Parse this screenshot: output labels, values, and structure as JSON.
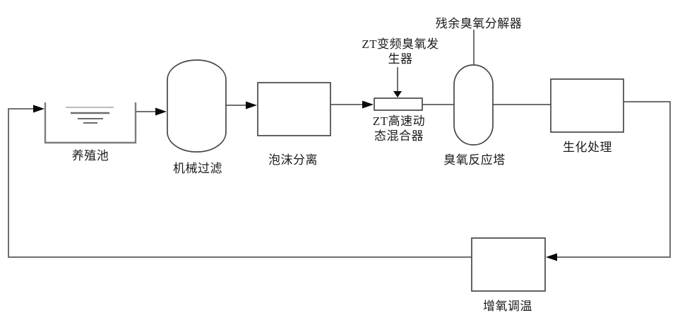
{
  "diagram": {
    "type": "process-flow",
    "language": "zh-CN",
    "description": "Aquaculture recirculating water treatment flow diagram",
    "nodes": {
      "pond": {
        "label": "养殖池",
        "shape": "open-top-tank-with-water-surface"
      },
      "mech_filter": {
        "label": "机械过滤",
        "shape": "vertical-capsule-cylinder"
      },
      "foam_separation": {
        "label": "泡沫分离",
        "shape": "rectangle"
      },
      "ozone_generator": {
        "line1": "ZT变频臭氧发",
        "line2": "生器",
        "shape": "label-with-down-arrow"
      },
      "mixer": {
        "line1": "ZT高速动",
        "line2": "态混合器",
        "shape": "small-horizontal-rectangle"
      },
      "residual_decomposer": {
        "label": "残余臭氧分解器",
        "shape": "label-with-connector-line"
      },
      "ozone_tower": {
        "label": "臭氧反应塔",
        "shape": "vertical-capsule"
      },
      "biochem": {
        "label": "生化处理",
        "shape": "rectangle"
      },
      "oxygen_temp": {
        "label": "增氧调温",
        "shape": "rectangle"
      }
    },
    "flow": [
      {
        "from": "养殖池",
        "to": "机械过滤",
        "arrowhead": true
      },
      {
        "from": "机械过滤",
        "to": "泡沫分离",
        "arrowhead": true
      },
      {
        "from": "泡沫分离",
        "to": "ZT高速动态混合器",
        "arrowhead": true
      },
      {
        "from": "ZT变频臭氧发生器",
        "to": "ZT高速动态混合器",
        "arrowhead": true,
        "direction": "down"
      },
      {
        "from": "ZT高速动态混合器",
        "to": "臭氧反应塔",
        "arrowhead": false
      },
      {
        "from": "臭氧反应塔",
        "to": "残余臭氧分解器",
        "arrowhead": false,
        "direction": "up"
      },
      {
        "from": "臭氧反应塔",
        "to": "生化处理",
        "arrowhead": false
      },
      {
        "from": "生化处理",
        "to": "增氧调温",
        "arrowhead": true,
        "route": "right-then-down-then-left"
      },
      {
        "from": "增氧调温",
        "to": "养殖池",
        "arrowhead": true,
        "route": "left-then-up-feedback-loop"
      }
    ],
    "colors": {
      "background": "#ffffff",
      "pipe_line": "#6f6f6f",
      "shape_border": "#474747",
      "tank_border": "#7d7d7d",
      "arrowhead": "#0a0a0a",
      "text": "#1b1b1b"
    }
  }
}
